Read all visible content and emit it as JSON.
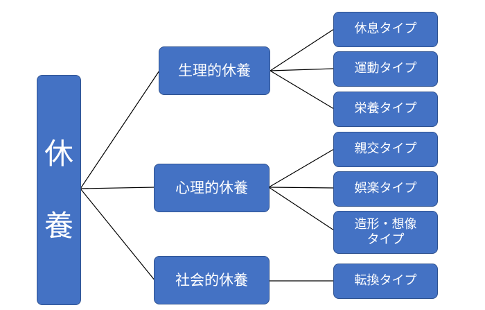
{
  "colors": {
    "node_fill": "#4472c4",
    "node_border": "#2f528f",
    "node_text": "#ffffff",
    "connector": "#000000"
  },
  "root": {
    "char1": "休",
    "char2": "養"
  },
  "categories": [
    {
      "label": "生理的休養",
      "types": [
        "休息タイプ",
        "運動タイプ",
        "栄養タイプ"
      ]
    },
    {
      "label": "心理的休養",
      "types": [
        "親交タイプ",
        "娯楽タイプ",
        "造形・想像\nタイプ"
      ]
    },
    {
      "label": "社会的休養",
      "types": [
        "転換タイプ"
      ]
    }
  ]
}
